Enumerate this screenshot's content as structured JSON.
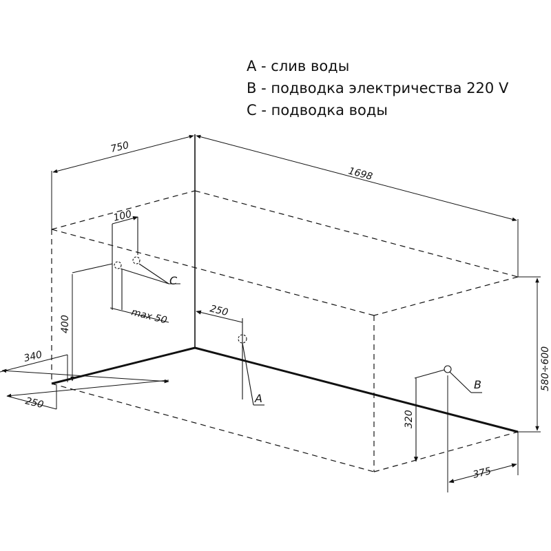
{
  "legend": {
    "a": "A - слив воды",
    "b": "B - подводка электричества 220 V",
    "c": "C - подводка воды"
  },
  "dimensions": {
    "width": "750",
    "length": "1698",
    "height": "580÷600",
    "pipe_spacing": "100",
    "pipe_offset": "max 50",
    "water_height": "400",
    "drain_offset": "250",
    "left_outer": "340",
    "left_inner": "250",
    "power_height": "320",
    "power_offset": "375"
  },
  "labels": {
    "drain": "A",
    "power": "B",
    "water": "C"
  },
  "colors": {
    "line": "#111111",
    "background": "#ffffff"
  }
}
